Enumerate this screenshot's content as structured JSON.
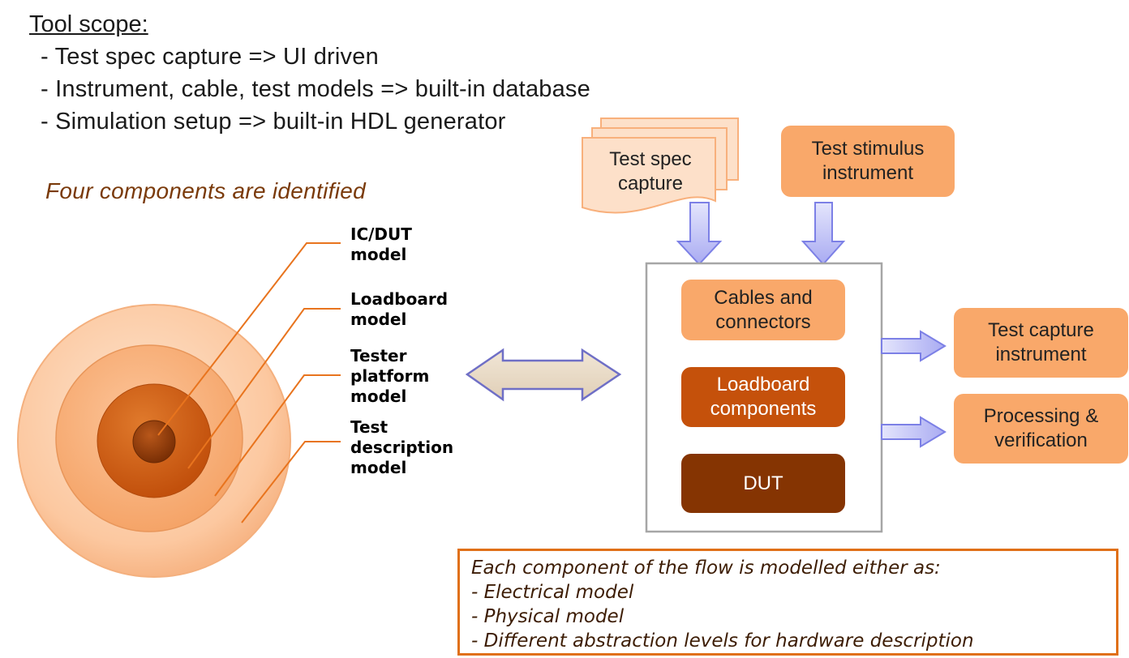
{
  "tool_scope": {
    "title": "Tool scope:",
    "items": [
      "- Test spec capture => UI driven",
      "- Instrument, cable, test models =>  built-in database",
      "- Simulation setup => built-in HDL generator"
    ]
  },
  "components_heading": "Four components are identified",
  "component_labels": {
    "ic_dut": [
      "IC/DUT",
      "model"
    ],
    "loadboard": [
      "Loadboard",
      "model"
    ],
    "tester": [
      "Tester",
      "platform",
      "model"
    ],
    "test_description": [
      "Test",
      "description",
      "model"
    ]
  },
  "flow": {
    "test_spec": [
      "Test spec",
      "capture"
    ],
    "test_stimulus": [
      "Test stimulus",
      "instrument"
    ],
    "cables": [
      "Cables and",
      "connectors"
    ],
    "loadboard_components": [
      "Loadboard",
      "components"
    ],
    "dut": "DUT",
    "test_capture": [
      "Test capture",
      "instrument"
    ],
    "processing": [
      "Processing &",
      "verification"
    ]
  },
  "note_lines": [
    "Each component of the flow is modelled either as:",
    "- Electrical model",
    "- Physical model",
    "- Different abstraction levels for hardware description"
  ],
  "colors": {
    "heading_brown": "#7a3a0a",
    "light_orange": "#f9a86a",
    "mid_orange": "#c5510b",
    "dark_brown": "#853402",
    "arrow_blue": "#b7b9f5",
    "connector_orange": "#e07018"
  }
}
